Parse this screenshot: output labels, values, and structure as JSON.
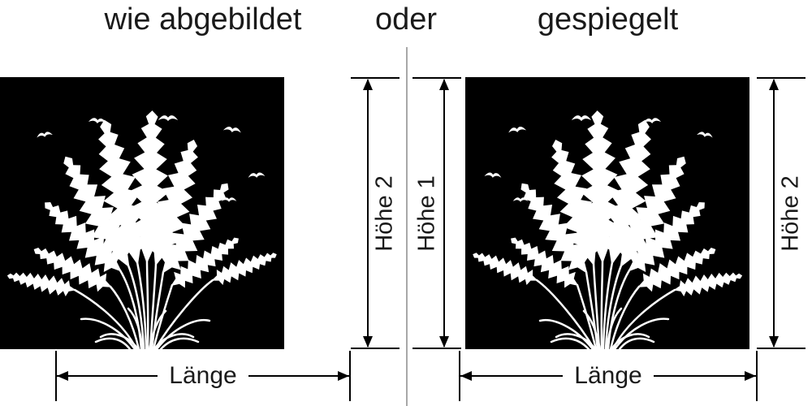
{
  "headings": {
    "as_shown": "wie abgebildet",
    "or": "oder",
    "mirrored": "gespiegelt"
  },
  "dimensions": {
    "height1": "Höhe 1",
    "height2": "Höhe 2",
    "length": "Länge"
  },
  "artwork": {
    "description": "white silhouette of grass plumes with flying birds on black square",
    "left_variant": "original",
    "right_variant": "mirrored"
  },
  "colors": {
    "artwork-bg": "#000000",
    "artwork-fg": "#ffffff",
    "dimension-line": "#000000",
    "text": "#1a1a1a",
    "divider": "#a8a8a8",
    "page-bg": "#ffffff"
  }
}
